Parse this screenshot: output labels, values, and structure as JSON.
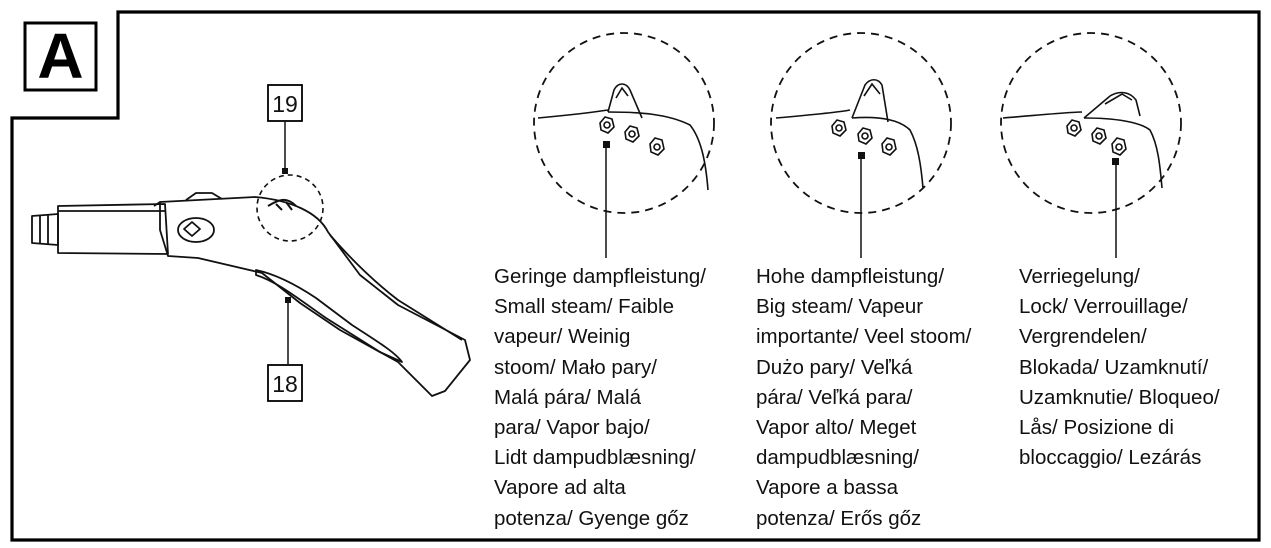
{
  "figure_label": "A",
  "part_labels": {
    "top": "19",
    "bottom": "18"
  },
  "captions": {
    "small_steam": [
      "Geringe dampfleistung/",
      "Small steam/ Faible",
      "vapeur/ Weinig",
      "stoom/ Mało pary/",
      "Malá pára/ Malá",
      "para/ Vapor bajo/",
      "Lidt dampudblæsning/",
      "Vapore ad alta",
      "potenza/ Gyenge gőz"
    ],
    "big_steam": [
      "Hohe dampfleistung/",
      "Big steam/ Vapeur",
      "importante/ Veel stoom/",
      "Dużo pary/ Veľká",
      "pára/ Veľká para/",
      "Vapor alto/ Meget",
      "dampudblæsning/",
      "Vapore a bassa",
      "potenza/ Erős gőz"
    ],
    "lock": [
      "Verriegelung/",
      "Lock/ Verrouillage/",
      "Vergrendelen/",
      "Blokada/ Uzamknutí/",
      "Uzamknutie/ Bloqueo/",
      "Lås/ Posizione di",
      "bloccaggio/ Lezárás"
    ]
  }
}
